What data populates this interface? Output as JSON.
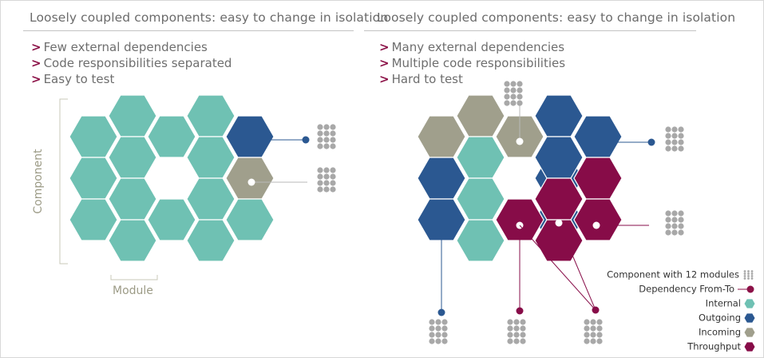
{
  "panels": [
    {
      "title": "Loosely coupled components: easy to change in isolation",
      "bullet_marker": ">",
      "bullets": [
        "Few external dependencies",
        "Code responsibilities separated",
        "Easy to test"
      ]
    },
    {
      "title": "Loosely coupled components: easy to change in isolation",
      "bullet_marker": ">",
      "bullets": [
        "Many external dependencies",
        "Multiple code responsibilities",
        "Hard to test"
      ]
    }
  ],
  "axis": {
    "component_label": "Component",
    "module_label": "Module"
  },
  "colors": {
    "internal": "#6fc1b3",
    "outgoing": "#2b5891",
    "incoming": "#a09f8c",
    "throughput": "#870c48",
    "marker": "#8c1248",
    "module_stack": "#a8a8a8",
    "label_olive": "#9c9b86"
  },
  "legend": [
    {
      "label": "Component with 12 modules",
      "icon": "module-stack-icon"
    },
    {
      "label": "Dependency From-To",
      "icon": "dependency-line-icon"
    },
    {
      "label": "Internal",
      "icon": "hexagon-icon",
      "color": "#6fc1b3"
    },
    {
      "label": "Outgoing",
      "icon": "hexagon-icon",
      "color": "#2b5891"
    },
    {
      "label": "Incoming",
      "icon": "hexagon-icon",
      "color": "#a09f8c"
    },
    {
      "label": "Throughput",
      "icon": "hexagon-icon",
      "color": "#870c48"
    }
  ],
  "diagrams": [
    {
      "modules": [
        "internal",
        "internal",
        "internal",
        "internal",
        "outgoing",
        "internal",
        "internal",
        "internal",
        "internal",
        "incoming",
        "internal",
        "internal",
        "internal",
        "internal",
        "internal",
        "internal",
        "internal"
      ]
    },
    {
      "modules": [
        "incoming",
        "incoming",
        "incoming",
        "outgoing",
        "outgoing",
        "outgoing",
        "outgoing",
        "internal",
        "outgoing",
        "throughput",
        "outgoing",
        "internal",
        "throughput",
        "throughput",
        "outgoing",
        "internal",
        "throughput",
        "throughput",
        "internal"
      ]
    }
  ]
}
